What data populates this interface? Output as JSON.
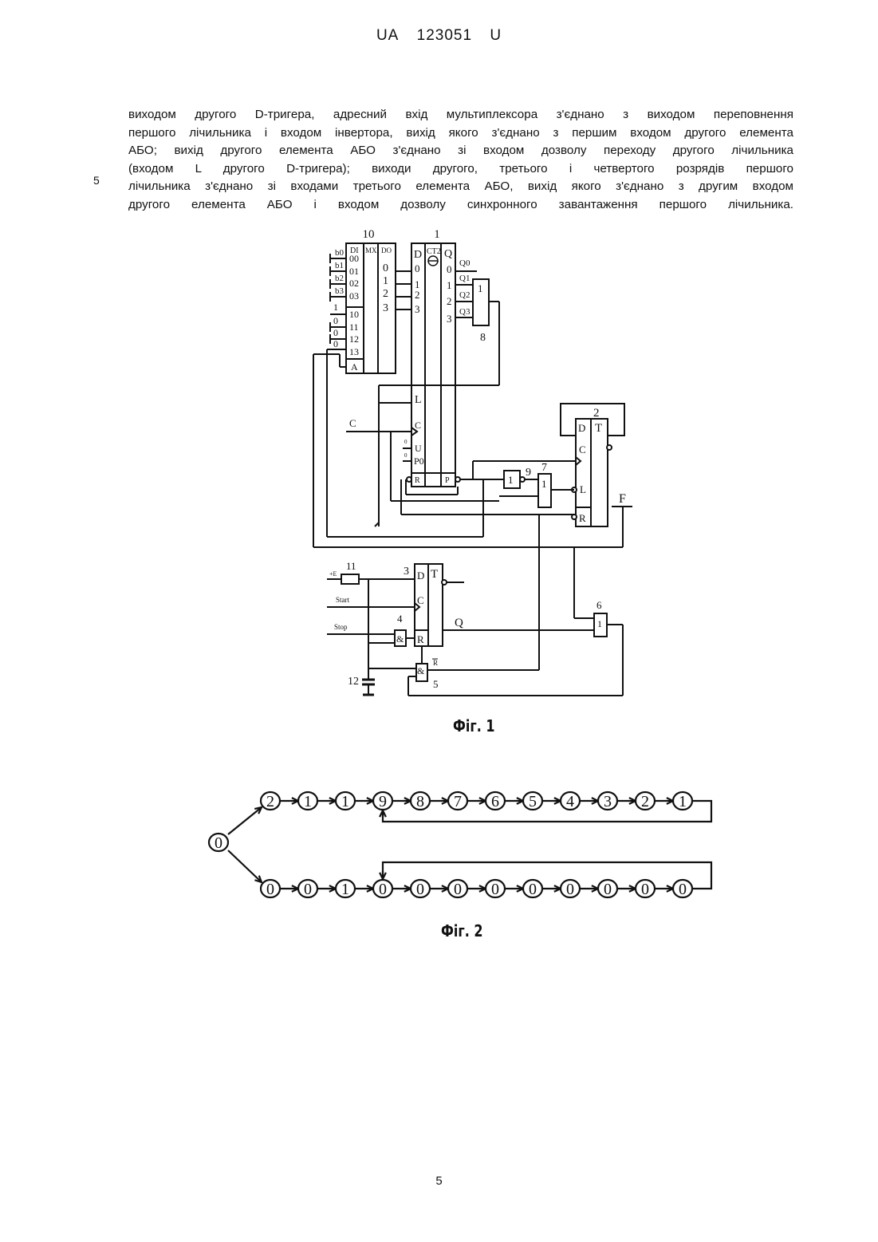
{
  "header": {
    "country": "UA",
    "number": "123051",
    "kind": "U"
  },
  "line_number": "5",
  "paragraph_lines": [
    "виходом другого D-тригера, адресний вхід мультиплексора з'єднано з виходом переповнення",
    "першого лічильника і входом інвертора, вихід якого з'єднано з першим входом другого елемента",
    "АБО; вихід другого елемента АБО з'єднано зі входом дозволу переходу другого лічильника",
    "(входом L другого D-тригера); виходи другого, третього і четвертого розрядів першого",
    "лічильника з'єднано зі входами третього елемента АБО, вихід якого з'єднано з другим входом",
    "другого елемента АБО і входом дозволу синхронного завантаження першого лічильника."
  ],
  "figure1": {
    "caption": "Фіг. 1",
    "labels": {
      "mux_num": "10",
      "ct_num": "1",
      "or8_num": "8",
      "dt2_num": "2",
      "inv9_num": "9",
      "or7_num": "7",
      "dt3_num": "3",
      "and4_num": "4",
      "and5_num": "5",
      "or6_num": "6",
      "res11_num": "11",
      "cap12_num": "12",
      "mux_di": "DI",
      "mux_mx": "MX",
      "mux_do": "DO",
      "mux_in": [
        "00",
        "01",
        "02",
        "03",
        "10",
        "11",
        "12",
        "13"
      ],
      "mux_a": "A",
      "mux_out": [
        "0",
        "1",
        "2",
        "3"
      ],
      "b_inputs": [
        "b0",
        "b1",
        "b2",
        "b3"
      ],
      "const_inputs": [
        "1",
        "0",
        "0",
        "0"
      ],
      "ct_d": "D",
      "ct_title": "CT2",
      "ct_q": "Q",
      "ct_d_in": [
        "0",
        "1",
        "2",
        "3"
      ],
      "ct_q_out": [
        "0",
        "1",
        "2",
        "3"
      ],
      "q_names": [
        "Q0",
        "Q1",
        "Q2",
        "Q3"
      ],
      "ct_l": "L",
      "ct_c": "C",
      "ct_u": "U",
      "ct_p0": "P0",
      "ct_r": "R",
      "ct_p": "P",
      "zero": "0",
      "c_in": "C",
      "dt_d": "D",
      "dt_t": "T",
      "dt_c": "C",
      "dt_l": "L",
      "dt_r": "R",
      "f_out": "F",
      "or_sym": "1",
      "and_sym": "&",
      "plus_e": "+E",
      "start": "Start",
      "stop": "Stop",
      "q_out": "Q",
      "r_bar": "R"
    }
  },
  "figure2": {
    "caption": "Фіг. 2",
    "start_state": "0",
    "top_row": [
      "2",
      "1",
      "1",
      "9",
      "8",
      "7",
      "6",
      "5",
      "4",
      "3",
      "2",
      "1"
    ],
    "bottom_row": [
      "0",
      "0",
      "1",
      "0",
      "0",
      "0",
      "0",
      "0",
      "0",
      "0",
      "0",
      "0"
    ]
  },
  "page_number": "5"
}
